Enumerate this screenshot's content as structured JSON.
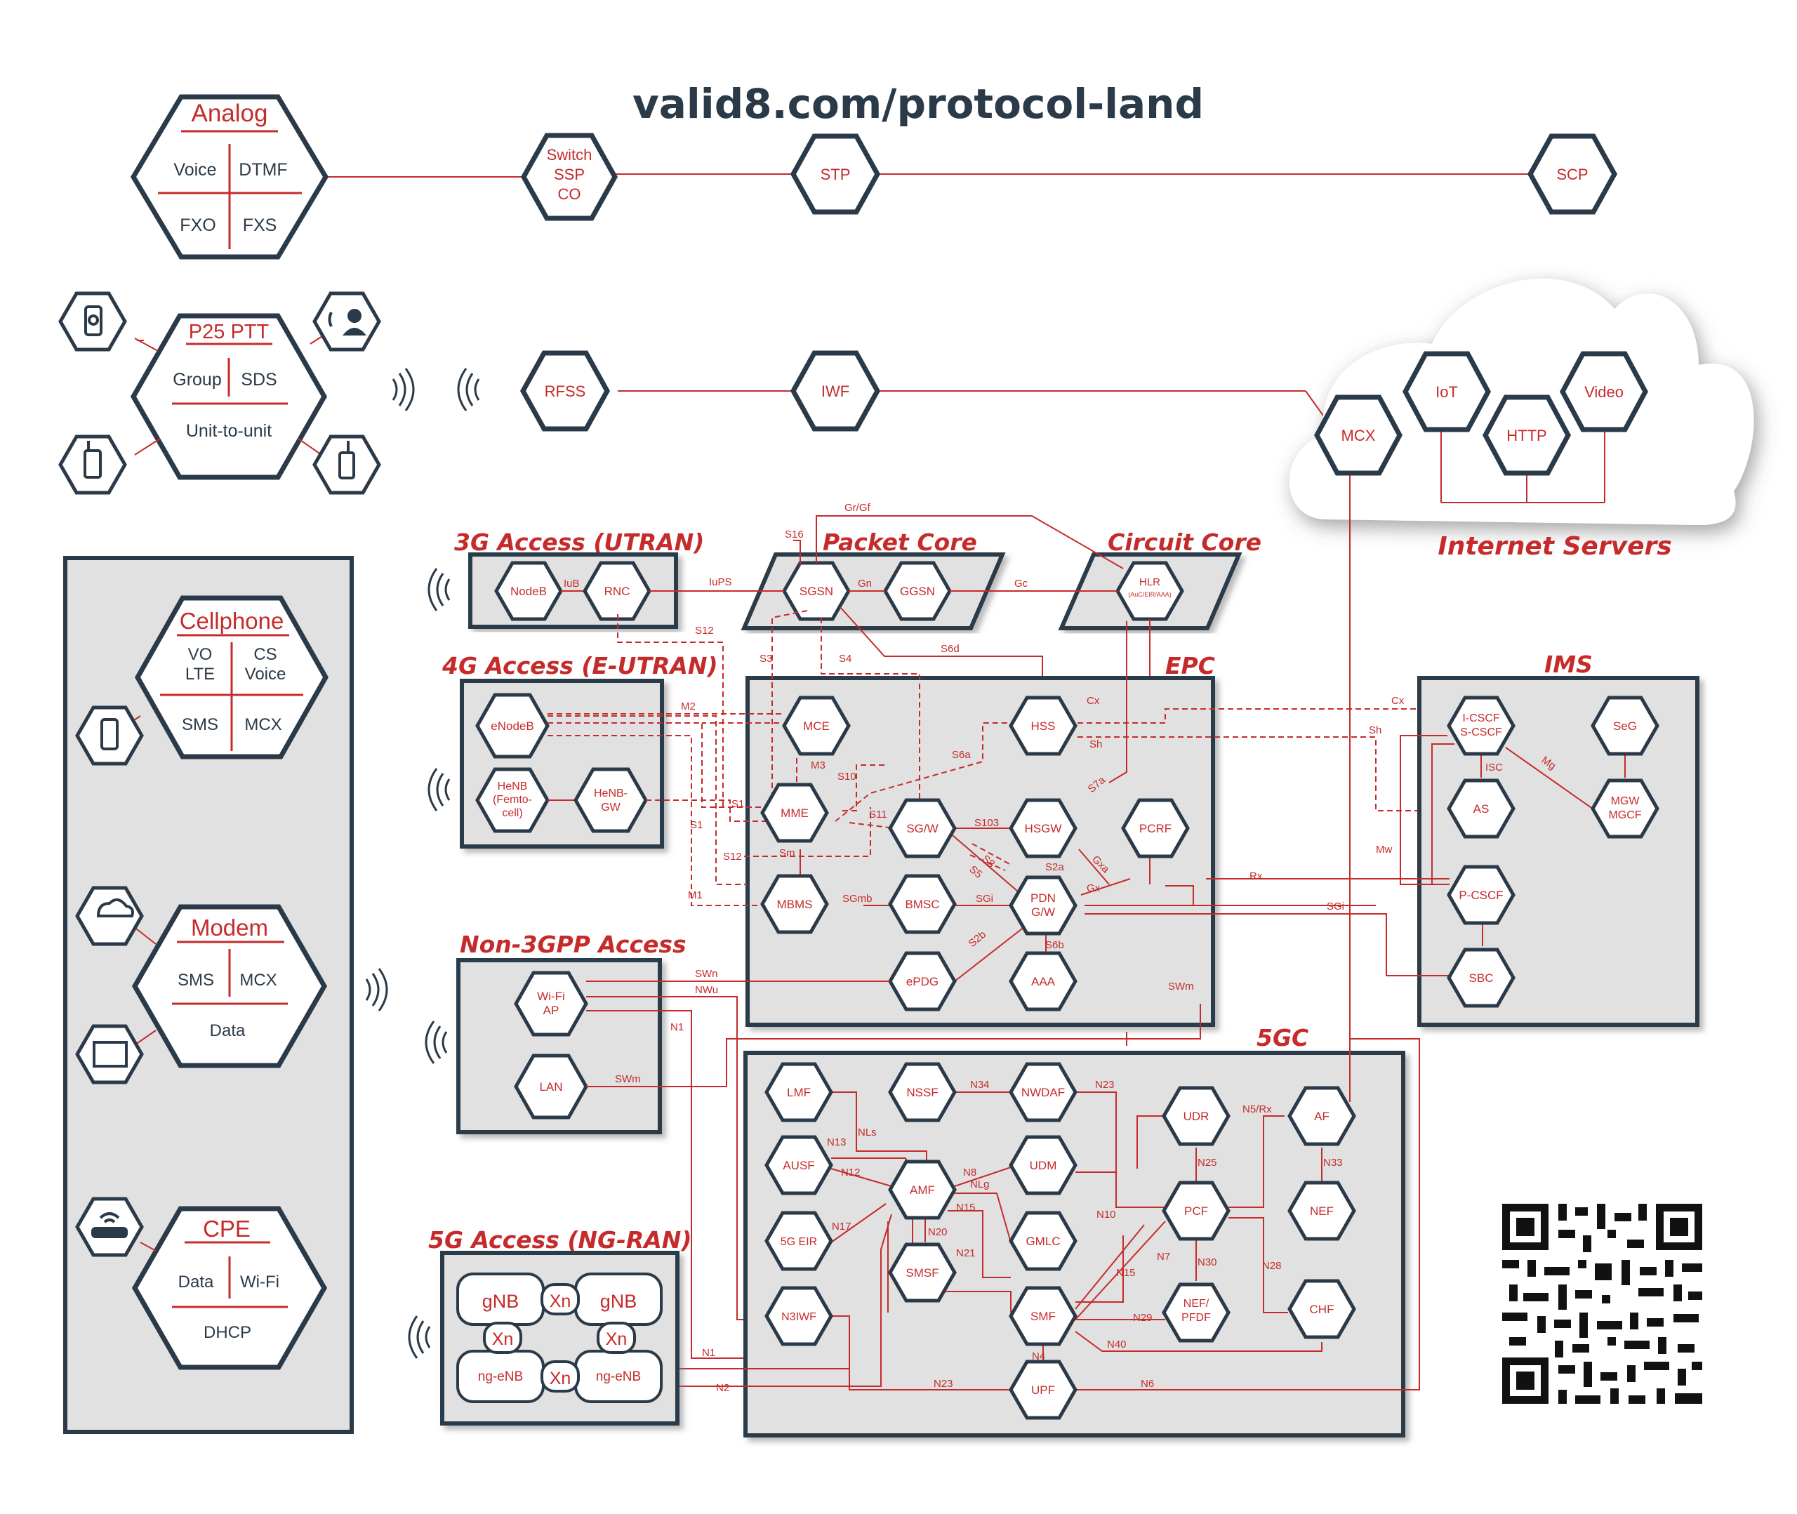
{
  "title": "valid8.com/protocol-land",
  "sections": {
    "access_3g": "3G Access (UTRAN)",
    "packet_core": "Packet Core",
    "circuit_core": "Circuit Core",
    "internet_servers": "Internet Servers",
    "access_4g": "4G Access (E-UTRAN)",
    "epc": "EPC",
    "ims": "IMS",
    "non3gpp": "Non-3GPP Access",
    "fivegc": "5GC",
    "access_5g": "5G Access (NG-RAN)"
  },
  "devices": {
    "analog": {
      "title": "Analog",
      "q": [
        "Voice",
        "DTMF",
        "FXO",
        "FXS"
      ]
    },
    "p25": {
      "title": "P25 PTT",
      "q": [
        "Group",
        "SDS"
      ],
      "bottom": "Unit-to-unit"
    },
    "cellphone": {
      "title": "Cellphone",
      "q1a": "VO",
      "q1b": "LTE",
      "q2a": "CS",
      "q2b": "Voice",
      "q3": "SMS",
      "q4": "MCX"
    },
    "modem": {
      "title": "Modem",
      "q": [
        "SMS",
        "MCX"
      ],
      "bottom": "Data"
    },
    "cpe": {
      "title": "CPE",
      "q": [
        "Data",
        "Wi-Fi"
      ],
      "bottom": "DHCP"
    }
  },
  "nodes": {
    "switch": [
      "Switch",
      "SSP",
      "CO"
    ],
    "stp": "STP",
    "scp": "SCP",
    "rfss": "RFSS",
    "iwf": "IWF",
    "mcx_cloud": "MCX",
    "iot": "IoT",
    "http": "HTTP",
    "video": "Video",
    "nodeb": "NodeB",
    "rnc": "RNC",
    "sgsn": "SGSN",
    "ggsn": "GGSN",
    "hlr": "HLR",
    "hlr_sub": "(AuC/EIR/AAA)",
    "enodeb": "eNodeB",
    "henb": [
      "HeNB",
      "(Femto-",
      "cell)"
    ],
    "henbgw": [
      "HeNB-",
      "GW"
    ],
    "mce": "MCE",
    "hss": "HSS",
    "mme": "MME",
    "sgw": "SG/W",
    "hsgw": "HSGW",
    "pcrf": "PCRF",
    "mbms": "MBMS",
    "bmsc": "BMSC",
    "pdn": [
      "PDN",
      "G/W"
    ],
    "epdg": "ePDG",
    "aaa": "AAA",
    "icscf": [
      "I-CSCF",
      "S-CSCF"
    ],
    "seg": "SeG",
    "as": "AS",
    "mgw": [
      "MGW",
      "MGCF"
    ],
    "pcscf": "P-CSCF",
    "sbc": "SBC",
    "wifiap": [
      "Wi-Fi",
      "AP"
    ],
    "lan": "LAN",
    "lmf": "LMF",
    "nssf": "NSSF",
    "nwdaf": "NWDAF",
    "udr": "UDR",
    "af": "AF",
    "ausf": "AUSF",
    "amf": "AMF",
    "udm": "UDM",
    "pcf": "PCF",
    "nef": "NEF",
    "eir5g": "5G EIR",
    "gmlc": "GMLC",
    "smsf": "SMSF",
    "n3iwf": "N3IWF",
    "smf": "SMF",
    "nefpfdf": [
      "NEF/",
      "PFDF"
    ],
    "chf": "CHF",
    "upf": "UPF",
    "gnb": "gNB",
    "xn": "Xn",
    "ngenb": "ng-eNB"
  },
  "interfaces": [
    "IuB",
    "IuPS",
    "Gn",
    "Gc",
    "Gr/Gf",
    "S16",
    "S12",
    "S3",
    "S4",
    "S6d",
    "M2",
    "M3",
    "S10",
    "S1",
    "S11",
    "S6a",
    "Cx",
    "Sh",
    "S7a",
    "S103",
    "S8",
    "S5",
    "S2a",
    "Gxa",
    "Gx",
    "Sm",
    "SGmb",
    "SGi",
    "S6b",
    "S2b",
    "M1",
    "S12",
    "Rx",
    "SGi",
    "Cx",
    "Sh",
    "ISC",
    "Mg",
    "Mw",
    "SWn",
    "NWu",
    "N1",
    "SWm",
    "SWm",
    "N34",
    "N23",
    "NLs",
    "N13",
    "N12",
    "N8",
    "NLg",
    "N15",
    "N20",
    "N17",
    "N21",
    "N5/Rx",
    "N25",
    "N33",
    "N10",
    "N7",
    "N30",
    "N28",
    "N15",
    "N29",
    "N40",
    "N4",
    "N1",
    "N2",
    "N23",
    "N6"
  ]
}
